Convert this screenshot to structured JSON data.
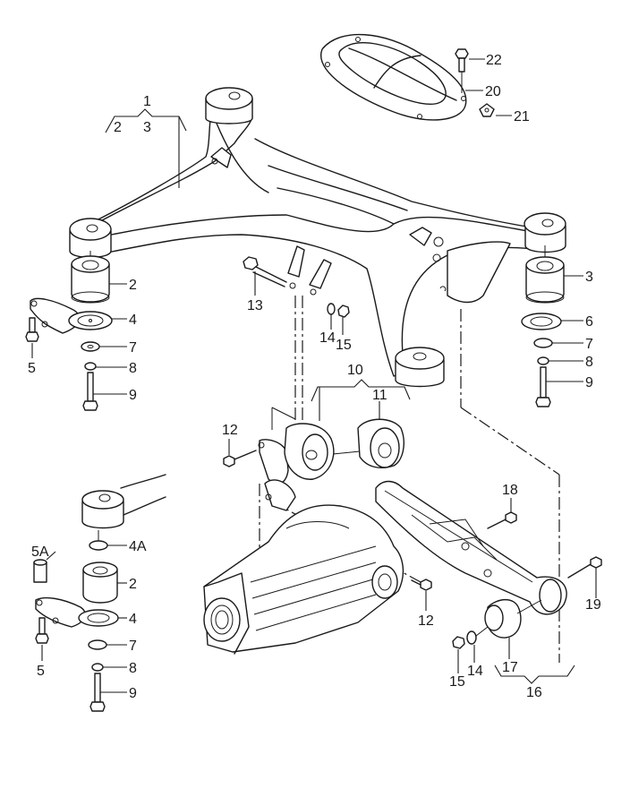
{
  "diagram": {
    "title": "Rear axle subframe / final drive mounting parts diagram",
    "background": "#ffffff",
    "line_color": "#1a1a1a",
    "callouts": [
      {
        "id": "c1",
        "text": "1"
      },
      {
        "id": "c1-sub2",
        "text": "2"
      },
      {
        "id": "c1-sub3",
        "text": "3"
      },
      {
        "id": "c22",
        "text": "22"
      },
      {
        "id": "c20",
        "text": "20"
      },
      {
        "id": "c21",
        "text": "21"
      },
      {
        "id": "c2-top",
        "text": "2"
      },
      {
        "id": "c4-top",
        "text": "4"
      },
      {
        "id": "c7-top-left",
        "text": "7"
      },
      {
        "id": "c8-top-left",
        "text": "8"
      },
      {
        "id": "c9-top-left",
        "text": "9"
      },
      {
        "id": "c5-top",
        "text": "5"
      },
      {
        "id": "c13",
        "text": "13"
      },
      {
        "id": "c14-top",
        "text": "14"
      },
      {
        "id": "c15-top",
        "text": "15"
      },
      {
        "id": "c3-right",
        "text": "3"
      },
      {
        "id": "c6-right",
        "text": "6"
      },
      {
        "id": "c7-right",
        "text": "7"
      },
      {
        "id": "c8-right",
        "text": "8"
      },
      {
        "id": "c9-right",
        "text": "9"
      },
      {
        "id": "c10",
        "text": "10"
      },
      {
        "id": "c11",
        "text": "11"
      },
      {
        "id": "c12-upper",
        "text": "12"
      },
      {
        "id": "c18",
        "text": "18"
      },
      {
        "id": "c19",
        "text": "19"
      },
      {
        "id": "c12-lower",
        "text": "12"
      },
      {
        "id": "c17",
        "text": "17"
      },
      {
        "id": "c14-bottom",
        "text": "14"
      },
      {
        "id": "c15-bottom",
        "text": "15"
      },
      {
        "id": "c16",
        "text": "16"
      },
      {
        "id": "c5A",
        "text": "5A"
      },
      {
        "id": "c4A",
        "text": "4A"
      },
      {
        "id": "c2-bottom",
        "text": "2"
      },
      {
        "id": "c4-bottom",
        "text": "4"
      },
      {
        "id": "c5-bottom",
        "text": "5"
      },
      {
        "id": "c7-bottom",
        "text": "7"
      },
      {
        "id": "c8-bottom",
        "text": "8"
      },
      {
        "id": "c9-bottom",
        "text": "9"
      }
    ]
  }
}
